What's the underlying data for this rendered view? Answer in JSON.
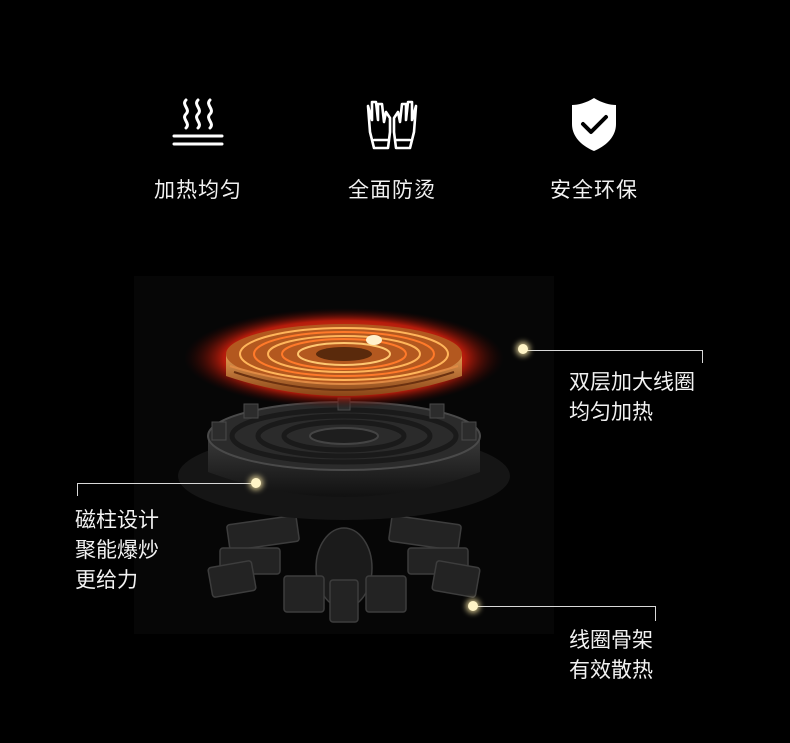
{
  "features": [
    {
      "icon": "heat-waves-icon",
      "label": "加热均匀"
    },
    {
      "icon": "gloves-icon",
      "label": "全面防烫"
    },
    {
      "icon": "shield-check-icon",
      "label": "安全环保"
    }
  ],
  "callouts": {
    "coil": [
      "双层加大线圈",
      "均匀加热"
    ],
    "magnet": [
      "磁柱设计",
      "聚能爆炒",
      "更给力"
    ],
    "frame": [
      "线圈骨架",
      "有效散热"
    ]
  },
  "colors": {
    "background": "#000000",
    "text": "#f2f2f2",
    "coil_copper": "#c8722e",
    "coil_glow": "#ff3b1a",
    "dot": "#fff4c6"
  }
}
